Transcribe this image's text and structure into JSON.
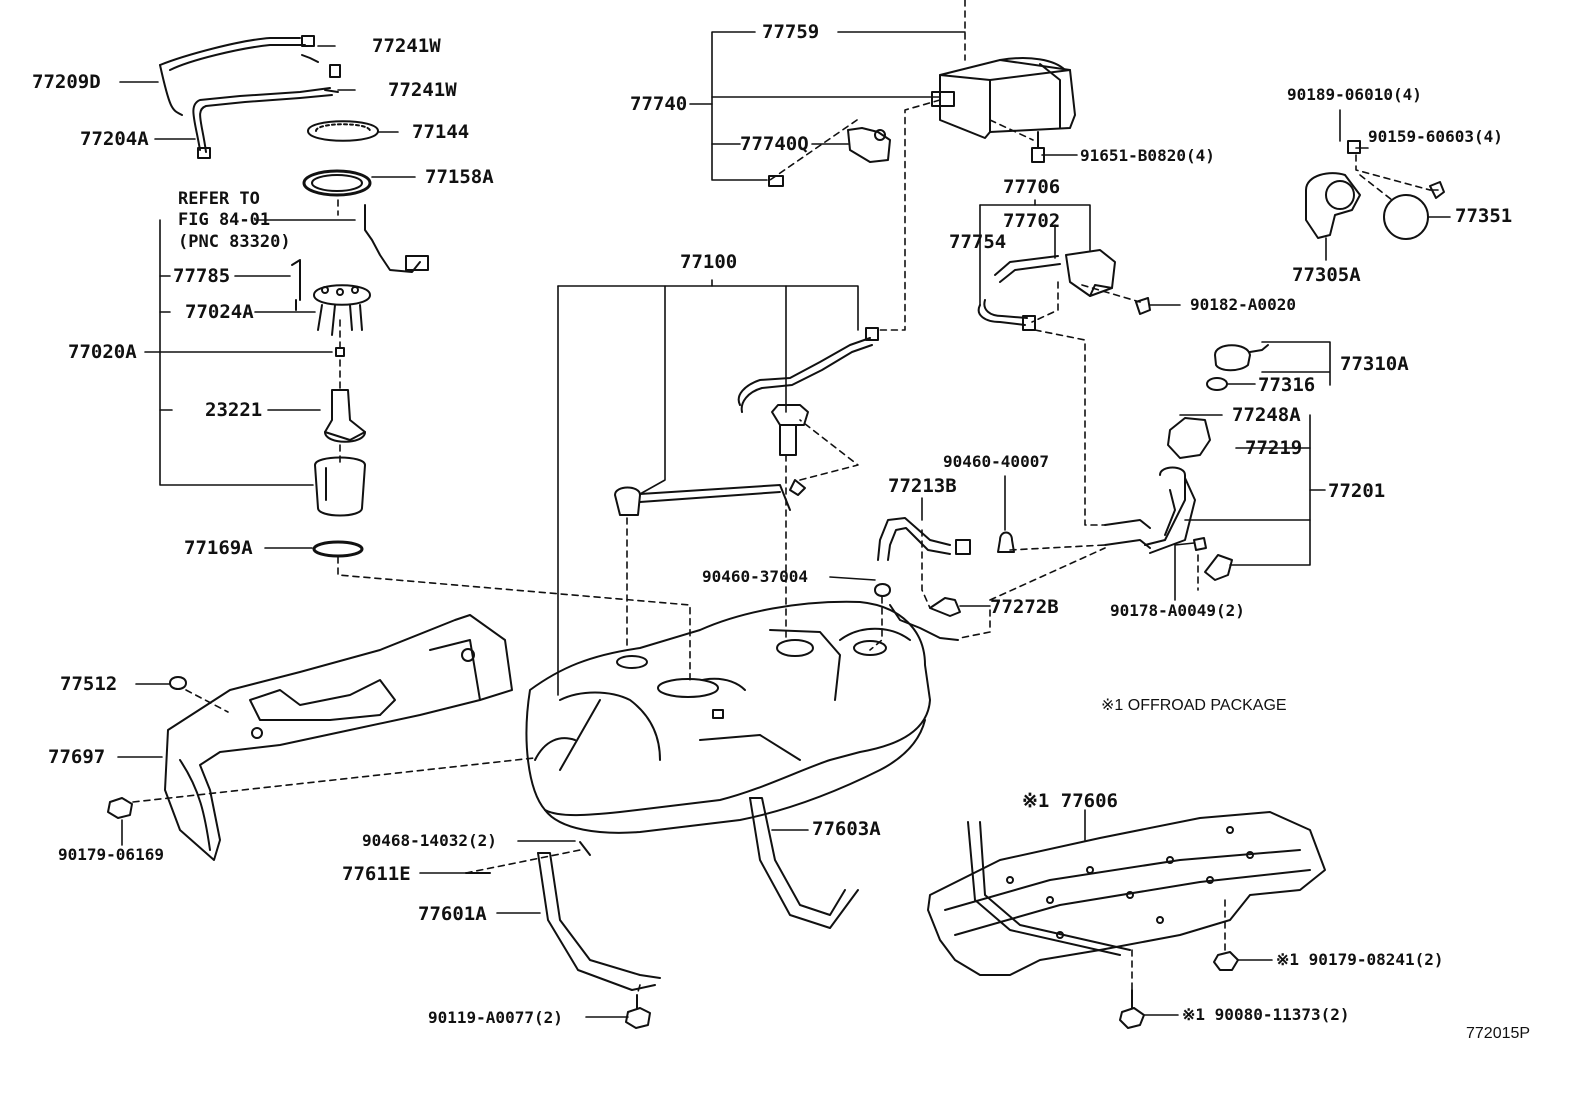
{
  "diagram_code": "772015P",
  "note": "※1 OFFROAD PACKAGE",
  "refer": "REFER TO\nFIG 84-01\n(PNC 83320)",
  "labels": [
    "77209D",
    "77241W",
    "77241W",
    "77204A",
    "77144",
    "77158A",
    "77785",
    "77024A",
    "77020A",
    "23221",
    "77169A",
    "77759",
    "77740",
    "77740Q",
    "91651-B0820(4)",
    "90189-06010(4)",
    "90159-60603(4)",
    "77351",
    "77305A",
    "77706",
    "77702",
    "77754",
    "90182-A0020",
    "77310A",
    "77316",
    "77248A",
    "77219",
    "77201",
    "77100",
    "90460-40007",
    "77213B",
    "90460-37004",
    "77272B",
    "90178-A0049(2)",
    "77512",
    "77697",
    "90179-06169",
    "90468-14032(2)",
    "77611E",
    "77601A",
    "90119-A0077(2)",
    "77603A",
    "※1 77606",
    "※1 90179-08241(2)",
    "※1 90080-11373(2)"
  ]
}
